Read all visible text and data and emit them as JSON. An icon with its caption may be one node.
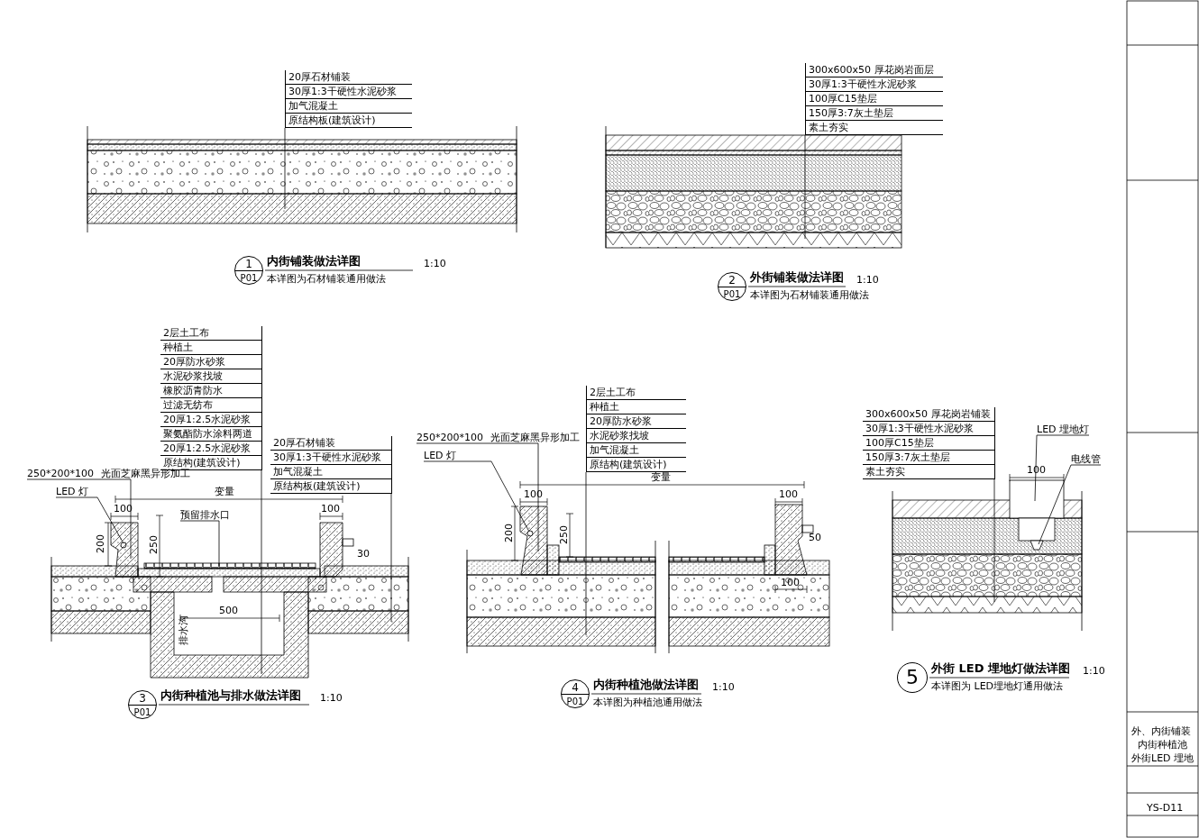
{
  "diagram": {
    "nodes": [
      {
        "text": [
          "20厚石材铺装",
          "30厚1:3干硬性水泥砂浆",
          "加气混凝土",
          "原结构板(建筑设计)"
        ]
      },
      {
        "text": [
          "1",
          "P01"
        ],
        "beside": [
          "内街铺装做法详图",
          "本详图为石材铺装通用做法"
        ]
      },
      {
        "text": [
          "300x600x50 厚花岗岩面层",
          "30厚1:3干硬性水泥砂浆",
          "100厚C15垫层",
          "150厚3:7灰土垫层",
          "素土夯实"
        ]
      },
      {
        "text": [
          "2",
          "P01"
        ],
        "beside": [
          "外街铺装做法详图",
          "本详图为石材铺装通用做法"
        ]
      },
      {
        "text": [
          "2层土工布",
          "种植土",
          "20厚防水砂浆",
          "水泥砂浆找坡",
          "橡胶沥青防水",
          "过滤无纺布",
          "20厚1:2.5水泥砂浆",
          "聚氨酯防水涂料两道",
          "20厚1:2.5水泥砂浆",
          "原结构(建筑设计)"
        ]
      },
      {
        "text": [
          "20厚石材铺装",
          "30厚1:3干硬性水泥砂浆",
          "加气混凝土",
          "原结构板(建筑设计)"
        ]
      },
      {
        "text": [
          "250*200*100",
          "光面芝麻黑异形加工"
        ]
      },
      {
        "text": [
          "LED 灯"
        ]
      },
      {
        "text": [
          "预留排水口"
        ]
      },
      {
        "text": [
          "3",
          "P01"
        ],
        "beside": [
          "内街种植池与排水做法详图"
        ]
      },
      {
        "text": [
          "2层土工布",
          "种植土",
          "20厚防水砂浆",
          "水泥砂浆找坡",
          "加气混凝土",
          "原结构(建筑设计)"
        ]
      },
      {
        "text": [
          "250*200*100",
          "光面芝麻黑异形加工"
        ]
      },
      {
        "text": [
          "LED 灯"
        ]
      },
      {
        "text": [
          "4",
          "P01"
        ],
        "beside": [
          "内街种植池做法详图",
          "本详图为种植池通用做法"
        ]
      },
      {
        "text": [
          "300x600x50 厚花岗岩铺装",
          "30厚1:3干硬性水泥砂浆",
          "100厚C15垫层",
          "150厚3:7灰土垫层",
          "素土夯实"
        ]
      },
      {
        "text": [
          "LED 埋地灯"
        ]
      },
      {
        "text": [
          "电线管"
        ]
      },
      {
        "text": [
          "5"
        ],
        "beside": [
          "外街 LED 埋地灯做法详图",
          "本详图为 LED埋地灯通用做法"
        ]
      },
      {
        "text": [],
        "shape": "picture",
        "beside": [
          "1:10"
        ]
      },
      {
        "text": [],
        "shape": "picture",
        "beside": [
          "1:10"
        ]
      },
      {
        "text": [],
        "shape": "picture",
        "beside": [
          "1:10"
        ]
      },
      {
        "text": [],
        "shape": "picture",
        "beside": [
          "1:10"
        ]
      },
      {
        "text": [],
        "shape": "picture",
        "beside": [
          "1:10"
        ]
      }
    ],
    "edges": [
      {
        "from": 0,
        "to": 18,
        "arrow": "none"
      },
      {
        "from": 2,
        "to": 19,
        "arrow": "none"
      },
      {
        "from": 4,
        "to": 20,
        "arrow": "none"
      },
      {
        "from": 5,
        "to": 20,
        "arrow": "none"
      },
      {
        "from": 6,
        "to": 20,
        "arrow": "none"
      },
      {
        "from": 7,
        "to": 20,
        "arrow": "none"
      },
      {
        "from": 8,
        "to": 20,
        "arrow": "none"
      },
      {
        "from": 10,
        "to": 21,
        "arrow": "none"
      },
      {
        "from": 11,
        "to": 21,
        "arrow": "none"
      },
      {
        "from": 12,
        "to": 21,
        "arrow": "none"
      },
      {
        "from": 14,
        "to": 22,
        "arrow": "none"
      },
      {
        "from": 15,
        "to": 22,
        "arrow": "none"
      },
      {
        "from": 16,
        "to": 22,
        "arrow": "none"
      }
    ],
    "labels": [
      "变量",
      "100",
      "100",
      "200",
      "250",
      "500",
      "排水沟",
      "30",
      "变量",
      "100",
      "100",
      "200",
      "250",
      "50",
      "100",
      "100",
      "外、内街铺装",
      "内街种植池",
      "外街LED 埋地",
      "YS-D11"
    ]
  }
}
